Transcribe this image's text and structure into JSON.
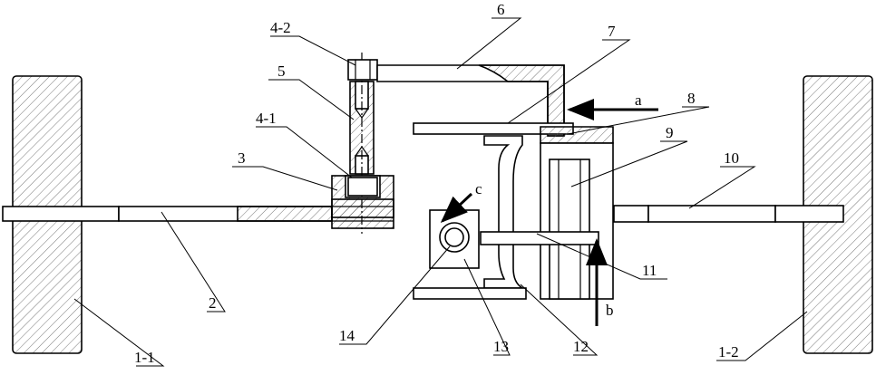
{
  "labels": {
    "l_4_2": "4-2",
    "l_5": "5",
    "l_4_1": "4-1",
    "l_3": "3",
    "l_6": "6",
    "l_7": "7",
    "l_8": "8",
    "l_a": "a",
    "l_9": "9",
    "l_10": "10",
    "l_c": "c",
    "l_2": "2",
    "l_11": "11",
    "l_b": "b",
    "l_14": "14",
    "l_13": "13",
    "l_12": "12",
    "l_1_1": "1-1",
    "l_1_2": "1-2"
  }
}
